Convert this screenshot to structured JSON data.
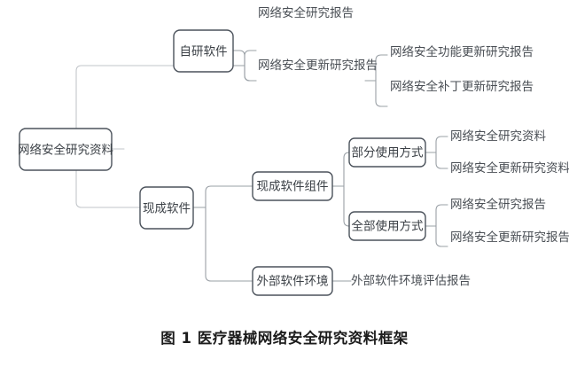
{
  "figure": {
    "caption": "图 1  医疗器械网络安全研究资料框架",
    "caption_label": "图 1",
    "caption_title": "医疗器械网络安全研究资料框架"
  },
  "colors": {
    "box_border": "#4b525b",
    "box_fill": "#ffffff",
    "box_text": "#3b4046",
    "leaf_text": "#4a4f55",
    "connector": "#9aa0a6",
    "connector_root": "#c2c6ca",
    "background": "#ffffff",
    "caption_text": "#1c1c1c"
  },
  "chart_data": {
    "type": "diagram",
    "subtype": "horizontal-tree",
    "title": "医疗器械网络安全研究资料框架",
    "root": "网络安全研究资料",
    "orientation": "left-to-right",
    "nodes": [
      {
        "id": "root",
        "label": "网络安全研究资料",
        "boxed": true,
        "level": 0
      },
      {
        "id": "selfdev",
        "label": "自研软件",
        "boxed": true,
        "level": 1
      },
      {
        "id": "offshelf",
        "label": "现成软件",
        "boxed": true,
        "level": 1
      },
      {
        "id": "sd_report",
        "label": "网络安全研究报告",
        "boxed": false,
        "level": 2
      },
      {
        "id": "sd_update",
        "label": "网络安全更新研究报告",
        "boxed": false,
        "level": 2
      },
      {
        "id": "sd_func",
        "label": "网络安全功能更新研究报告",
        "boxed": false,
        "level": 3
      },
      {
        "id": "sd_patch",
        "label": "网络安全补丁更新研究报告",
        "boxed": false,
        "level": 3
      },
      {
        "id": "component",
        "label": "现成软件组件",
        "boxed": true,
        "level": 2
      },
      {
        "id": "environment",
        "label": "外部软件环境",
        "boxed": true,
        "level": 2
      },
      {
        "id": "partial",
        "label": "部分使用方式",
        "boxed": true,
        "level": 3
      },
      {
        "id": "full",
        "label": "全部使用方式",
        "boxed": true,
        "level": 3
      },
      {
        "id": "p_data",
        "label": "网络安全研究资料",
        "boxed": false,
        "level": 4
      },
      {
        "id": "p_data_update",
        "label": "网络安全更新研究资料",
        "boxed": false,
        "level": 4
      },
      {
        "id": "f_report",
        "label": "网络安全研究报告",
        "boxed": false,
        "level": 4
      },
      {
        "id": "f_report_update",
        "label": "网络安全更新研究报告",
        "boxed": false,
        "level": 4
      },
      {
        "id": "env_report",
        "label": "外部软件环境评估报告",
        "boxed": false,
        "level": 3
      }
    ],
    "edges": [
      {
        "from": "root",
        "to": "selfdev"
      },
      {
        "from": "root",
        "to": "offshelf"
      },
      {
        "from": "selfdev",
        "to": "sd_report"
      },
      {
        "from": "selfdev",
        "to": "sd_update"
      },
      {
        "from": "sd_update",
        "to": "sd_func"
      },
      {
        "from": "sd_update",
        "to": "sd_patch"
      },
      {
        "from": "offshelf",
        "to": "component"
      },
      {
        "from": "offshelf",
        "to": "environment"
      },
      {
        "from": "component",
        "to": "partial"
      },
      {
        "from": "component",
        "to": "full"
      },
      {
        "from": "partial",
        "to": "p_data"
      },
      {
        "from": "partial",
        "to": "p_data_update"
      },
      {
        "from": "full",
        "to": "f_report"
      },
      {
        "from": "full",
        "to": "f_report_update"
      },
      {
        "from": "environment",
        "to": "env_report"
      }
    ]
  }
}
